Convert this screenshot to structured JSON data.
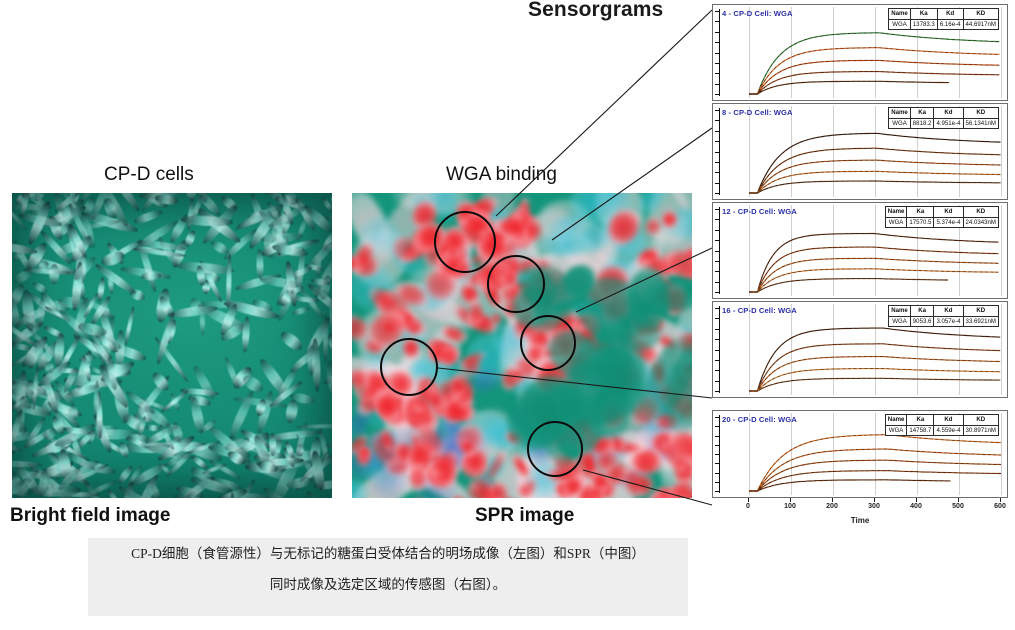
{
  "figure": {
    "sensorgrams_title": "Sensorgrams",
    "top_labels": {
      "left": "CP-D cells",
      "middle": "WGA binding"
    },
    "bottom_labels": {
      "left": "Bright field image",
      "middle": "SPR image"
    },
    "caption": {
      "line1": "CP-D细胞（食管源性）与无标记的糖蛋白受体结合的明场成像（左图）和SPR（中图）",
      "line2": "同时成像及选定区域的传感图（右图）。"
    }
  },
  "images": {
    "bright_field": {
      "name": "bright-field-micrograph",
      "base_color": "#13957c"
    },
    "spr": {
      "name": "spr-pseudocolor-image",
      "base_color": "#13957c",
      "high_signal_color": "#ef1c24",
      "low_signal_color": "#2f5abe"
    }
  },
  "roi_circles": [
    {
      "id": "roi-4",
      "label": "4"
    },
    {
      "id": "roi-8",
      "label": "8"
    },
    {
      "id": "roi-12",
      "label": "12"
    },
    {
      "id": "roi-16",
      "label": "16"
    },
    {
      "id": "roi-20",
      "label": "20"
    }
  ],
  "table_headers": [
    "Name",
    "Ka",
    "Kd",
    "KD"
  ],
  "chart_data": {
    "type": "line",
    "title": "Sensorgrams",
    "xlabel": "Time",
    "ylabel": "",
    "xlim": [
      0,
      600
    ],
    "xticks": [
      0,
      100,
      200,
      300,
      400,
      500,
      600
    ],
    "grid": true,
    "legend_position": "none",
    "panels": [
      {
        "title": "4 - CP-D Cell: WGA",
        "fit": {
          "Name": "WGA",
          "Ka": "13783.3",
          "Kd": "6.16e-4",
          "KD": "44.6917nM"
        },
        "series": [
          {
            "name": "curve-1",
            "color": "#2e7d32",
            "plateau": 0.82,
            "rise": 170,
            "dissoc_start": 310,
            "end": 600
          },
          {
            "name": "curve-2",
            "color": "#d4601f",
            "plateau": 0.62,
            "rise": 165,
            "dissoc_start": 310,
            "end": 600
          },
          {
            "name": "curve-3",
            "color": "#c24a12",
            "plateau": 0.45,
            "rise": 160,
            "dissoc_start": 310,
            "end": 600
          },
          {
            "name": "curve-4",
            "color": "#8c3b10",
            "plateau": 0.3,
            "rise": 155,
            "dissoc_start": 310,
            "end": 600
          },
          {
            "name": "curve-5",
            "color": "#5a2a0c",
            "plateau": 0.17,
            "rise": 150,
            "dissoc_start": 310,
            "end": 480
          }
        ]
      },
      {
        "title": "8 - CP-D Cell: WGA",
        "fit": {
          "Name": "WGA",
          "Ka": "8818.2",
          "Kd": "4.951e-4",
          "KD": "56.1341nM"
        },
        "series": [
          {
            "name": "curve-1",
            "color": "#3b2012",
            "plateau": 0.8,
            "rise": 175,
            "dissoc_start": 305,
            "end": 600
          },
          {
            "name": "curve-2",
            "color": "#7a3a12",
            "plateau": 0.6,
            "rise": 170,
            "dissoc_start": 305,
            "end": 600
          },
          {
            "name": "curve-3",
            "color": "#a8521a",
            "plateau": 0.44,
            "rise": 165,
            "dissoc_start": 305,
            "end": 600
          },
          {
            "name": "curve-4",
            "color": "#c46a22",
            "plateau": 0.29,
            "rise": 160,
            "dissoc_start": 305,
            "end": 600
          },
          {
            "name": "curve-5",
            "color": "#5d3418",
            "plateau": 0.16,
            "rise": 155,
            "dissoc_start": 305,
            "end": 600
          }
        ]
      },
      {
        "title": "12 - CP-D Cell: WGA",
        "fit": {
          "Name": "WGA",
          "Ka": "17570.5",
          "Kd": "5.374e-4",
          "KD": "24.0343nM"
        },
        "series": [
          {
            "name": "curve-1",
            "color": "#5a2a10",
            "plateau": 0.78,
            "rise": 120,
            "dissoc_start": 300,
            "end": 600
          },
          {
            "name": "curve-2",
            "color": "#8c3f14",
            "plateau": 0.6,
            "rise": 130,
            "dissoc_start": 300,
            "end": 600
          },
          {
            "name": "curve-3",
            "color": "#b05a1c",
            "plateau": 0.45,
            "rise": 140,
            "dissoc_start": 300,
            "end": 600
          },
          {
            "name": "curve-4",
            "color": "#c9702a",
            "plateau": 0.31,
            "rise": 150,
            "dissoc_start": 300,
            "end": 600
          },
          {
            "name": "curve-5",
            "color": "#6b3a18",
            "plateau": 0.18,
            "rise": 160,
            "dissoc_start": 300,
            "end": 480
          }
        ]
      },
      {
        "title": "16 - CP-D Cell: WGA",
        "fit": {
          "Name": "WGA",
          "Ka": "9053.6",
          "Kd": "3.057e-4",
          "KD": "33.6921nM"
        },
        "series": [
          {
            "name": "curve-1",
            "color": "#4a2410",
            "plateau": 0.84,
            "rise": 140,
            "dissoc_start": 320,
            "end": 600
          },
          {
            "name": "curve-2",
            "color": "#8a4016",
            "plateau": 0.63,
            "rise": 145,
            "dissoc_start": 320,
            "end": 600
          },
          {
            "name": "curve-3",
            "color": "#b35c1e",
            "plateau": 0.46,
            "rise": 150,
            "dissoc_start": 320,
            "end": 600
          },
          {
            "name": "curve-4",
            "color": "#c87628",
            "plateau": 0.3,
            "rise": 155,
            "dissoc_start": 320,
            "end": 600
          },
          {
            "name": "curve-5",
            "color": "#6e3c18",
            "plateau": 0.17,
            "rise": 160,
            "dissoc_start": 320,
            "end": 600
          }
        ]
      },
      {
        "title": "20 - CP-D Cell: WGA",
        "fit": {
          "Name": "WGA",
          "Ka": "14758.7",
          "Kd": "4.559e-4",
          "KD": "30.8971nM"
        },
        "series": [
          {
            "name": "curve-1",
            "color": "#d2691e",
            "plateau": 0.86,
            "rise": 200,
            "dissoc_start": 330,
            "end": 600
          },
          {
            "name": "curve-2",
            "color": "#c05a18",
            "plateau": 0.64,
            "rise": 195,
            "dissoc_start": 330,
            "end": 600
          },
          {
            "name": "curve-3",
            "color": "#a34c14",
            "plateau": 0.47,
            "rise": 190,
            "dissoc_start": 330,
            "end": 600
          },
          {
            "name": "curve-4",
            "color": "#8a3f12",
            "plateau": 0.31,
            "rise": 185,
            "dissoc_start": 330,
            "end": 600
          },
          {
            "name": "curve-5",
            "color": "#6a3010",
            "plateau": 0.17,
            "rise": 180,
            "dissoc_start": 330,
            "end": 480
          }
        ]
      }
    ]
  }
}
